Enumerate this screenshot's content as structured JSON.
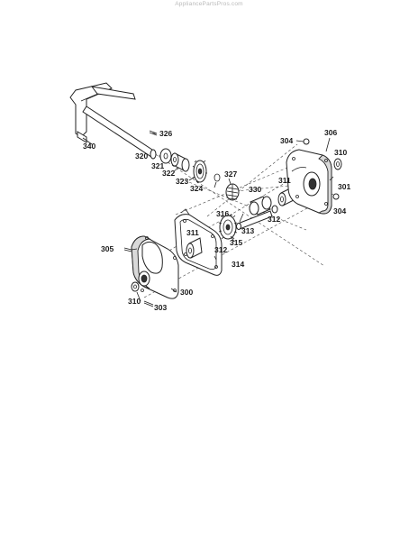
{
  "watermark": "AppliancePartsPros.com",
  "part_labels": {
    "p340": "340",
    "p326": "326",
    "p320": "320",
    "p321": "321",
    "p322": "322",
    "p323": "323",
    "p324": "324",
    "p327": "327",
    "p304a": "304",
    "p306": "306",
    "p310a": "310",
    "p311a": "311",
    "p330": "330",
    "p301": "301",
    "p304b": "304",
    "p316": "316",
    "p312a": "312",
    "p313": "313",
    "p311b": "311",
    "p312b": "312",
    "p315": "315",
    "p305": "305",
    "p314": "314",
    "p300": "300",
    "p310b": "310",
    "p303": "303"
  }
}
